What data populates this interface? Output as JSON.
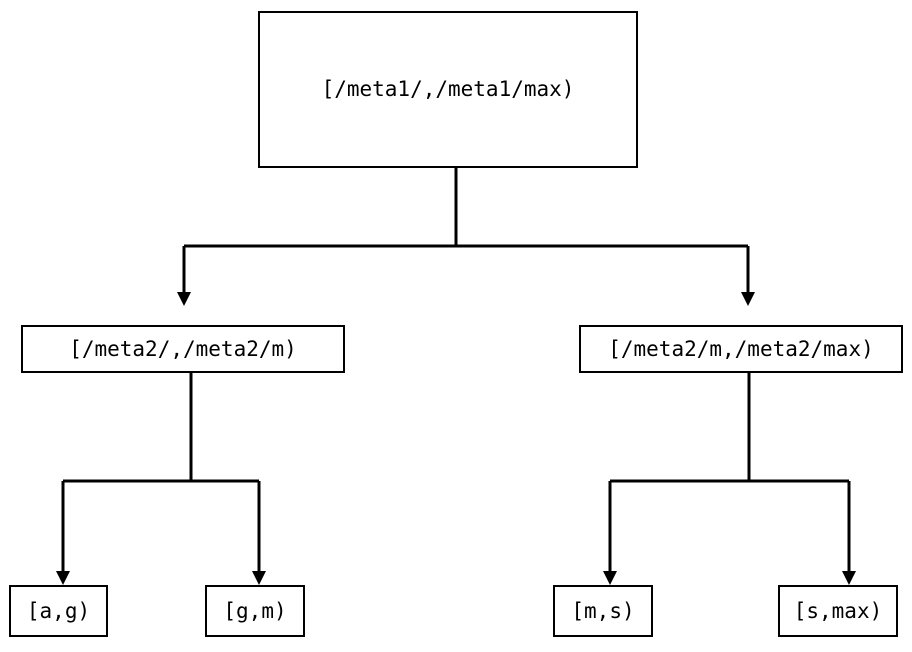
{
  "diagram": {
    "type": "tree",
    "title": "",
    "background_color": "#ffffff",
    "line_color": "#000000",
    "text_color": "#000000",
    "nodes": {
      "root": {
        "label": "[/meta1/,/meta1/max)"
      },
      "mid_left": {
        "label": "[/meta2/,/meta2/m)"
      },
      "mid_right": {
        "label": "[/meta2/m,/meta2/max)"
      },
      "leaf_1": {
        "label": "[a,g)"
      },
      "leaf_2": {
        "label": "[g,m)"
      },
      "leaf_3": {
        "label": "[m,s)"
      },
      "leaf_4": {
        "label": "[s,max)"
      }
    },
    "edges": [
      {
        "from": "root",
        "to": "mid_left",
        "arrow": "down-triangle"
      },
      {
        "from": "root",
        "to": "mid_right",
        "arrow": "down-triangle"
      },
      {
        "from": "mid_left",
        "to": "leaf_1",
        "arrow": "down-triangle"
      },
      {
        "from": "mid_left",
        "to": "leaf_2",
        "arrow": "down-triangle"
      },
      {
        "from": "mid_right",
        "to": "leaf_3",
        "arrow": "down-triangle"
      },
      {
        "from": "mid_right",
        "to": "leaf_4",
        "arrow": "down-triangle"
      }
    ]
  }
}
